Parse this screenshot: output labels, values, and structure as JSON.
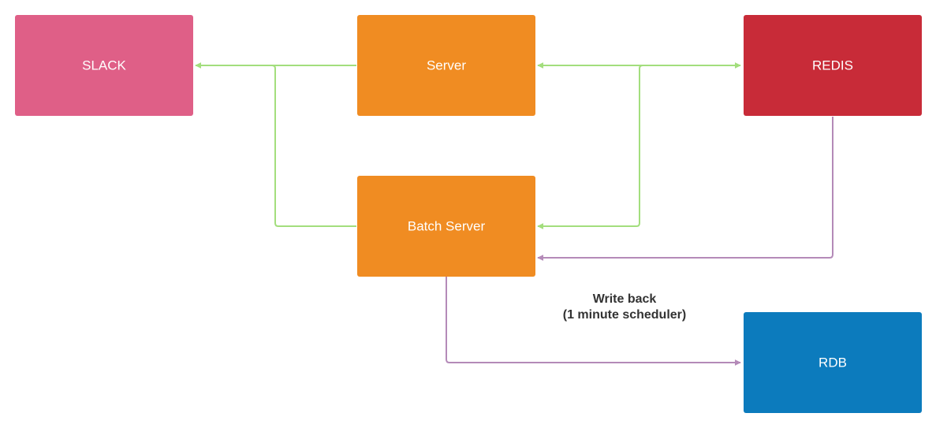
{
  "nodes": {
    "slack": {
      "label": "SLACK",
      "color": "#df5f87"
    },
    "server": {
      "label": "Server",
      "color": "#f08c22"
    },
    "redis": {
      "label": "REDIS",
      "color": "#c82b38"
    },
    "batch": {
      "label": "Batch Server",
      "color": "#f08c22"
    },
    "rdb": {
      "label": "RDB",
      "color": "#0c7bbd"
    }
  },
  "edges": {
    "green_color": "#a3de7d",
    "purple_color": "#b48ab8"
  },
  "annotation": {
    "line1": "Write back",
    "line2": "(1 minute scheduler)"
  }
}
